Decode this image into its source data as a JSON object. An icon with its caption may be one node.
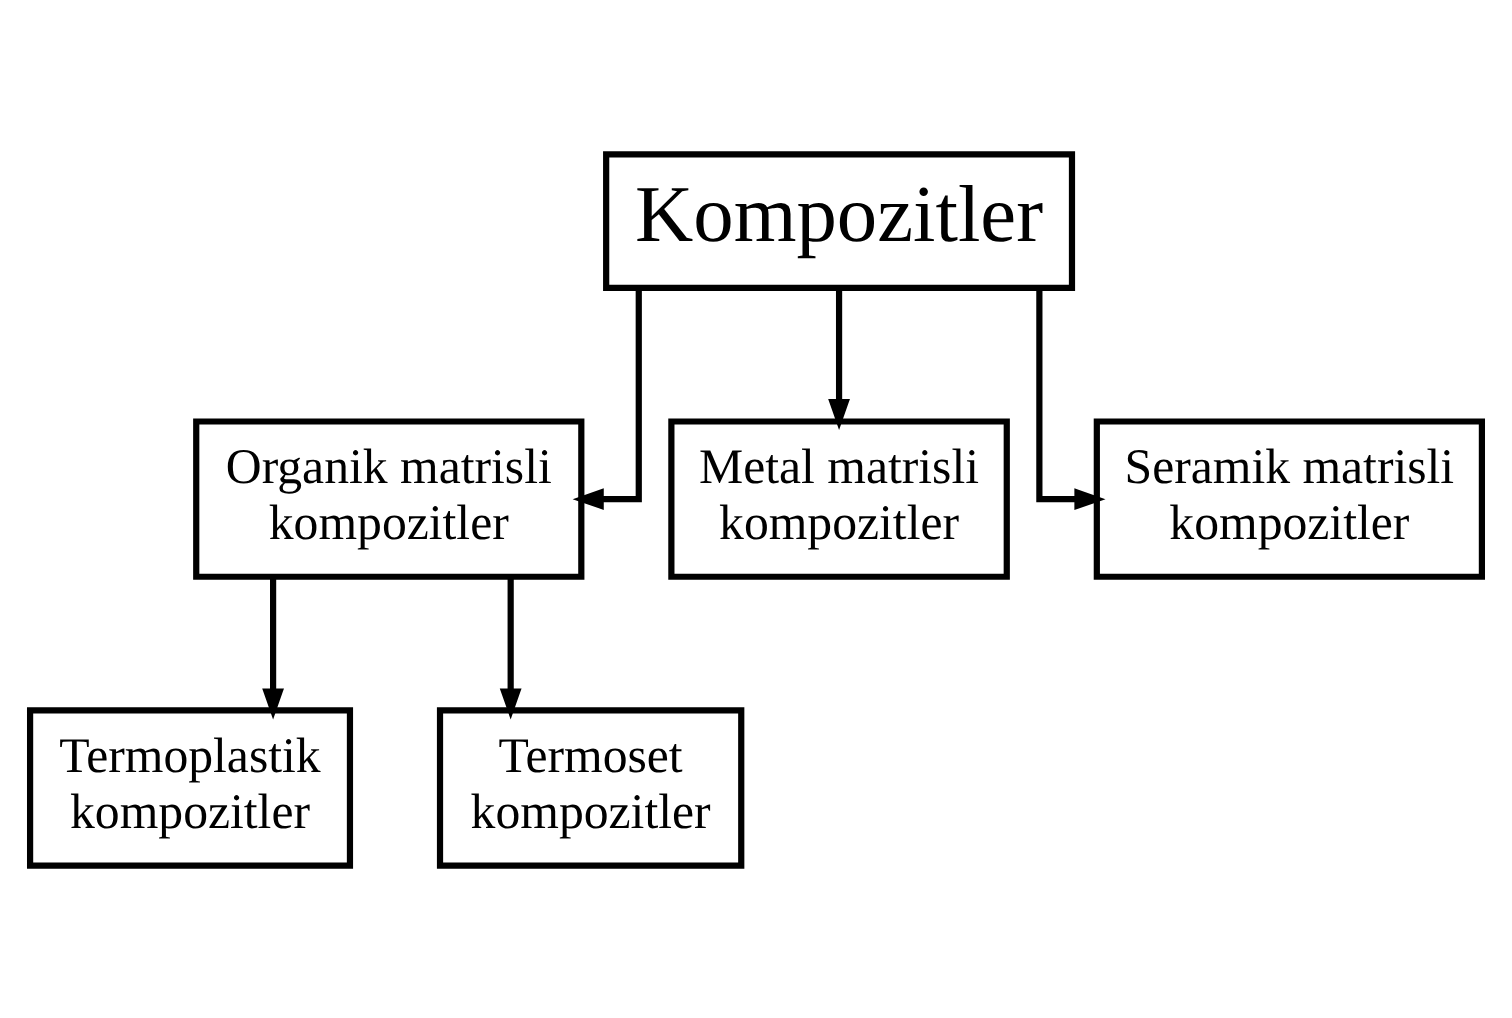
{
  "diagram": {
    "nodes": [
      {
        "text": [
          "Kompozitler"
        ]
      },
      {
        "text": [
          "Organik matrisli kompozitler"
        ]
      },
      {
        "text": [
          "Metal matrisli kompozitler"
        ]
      },
      {
        "text": [
          "Seramik matrisli kompozitler"
        ]
      },
      {
        "text": [
          "Termoplastik kompozitler"
        ]
      },
      {
        "text": [
          "Termoset kompozitler"
        ]
      }
    ],
    "edges": [
      {
        "from": 0,
        "to": 1,
        "arrow": "to"
      },
      {
        "from": 0,
        "to": 2,
        "arrow": "to"
      },
      {
        "from": 0,
        "to": 3,
        "arrow": "to"
      },
      {
        "from": 1,
        "to": 4,
        "arrow": "to"
      },
      {
        "from": 1,
        "to": 5,
        "arrow": "to"
      }
    ]
  }
}
